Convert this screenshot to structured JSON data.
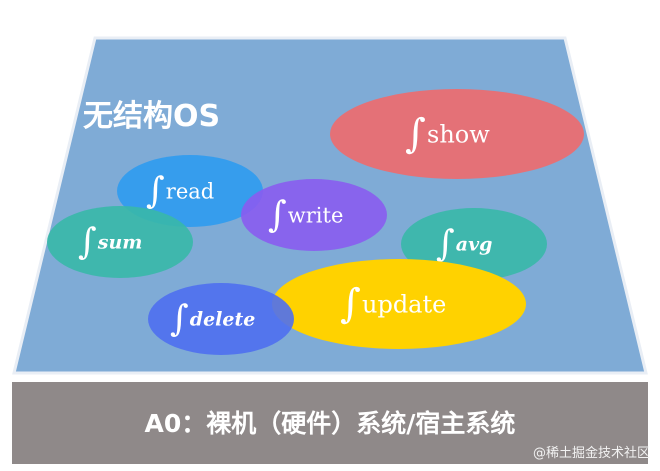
{
  "diagram": {
    "os_title": "无结构OS",
    "integral_symbol": "∫",
    "functions": [
      {
        "id": "show",
        "label": "show",
        "italic": false,
        "color": "#f06a6d"
      },
      {
        "id": "read",
        "label": "read",
        "italic": false,
        "color": "#2f9bf0"
      },
      {
        "id": "write",
        "label": "write",
        "italic": false,
        "color": "#8a5cf0"
      },
      {
        "id": "sum",
        "label": "sum",
        "italic": true,
        "color": "#38b8a8"
      },
      {
        "id": "avg",
        "label": "avg",
        "italic": true,
        "color": "#38b8a8"
      },
      {
        "id": "delete",
        "label": "delete",
        "italic": true,
        "color": "#4f6ff0"
      },
      {
        "id": "update",
        "label": "update",
        "italic": false,
        "color": "#ffd200"
      }
    ],
    "base_label": "A0：裸机（硬件）系统/宿主系统",
    "watermark": "@稀土掘金技术社区",
    "colors": {
      "platform": "#7fabd6",
      "platform_edge": "#e9eef5",
      "base": "#8f8989"
    }
  }
}
